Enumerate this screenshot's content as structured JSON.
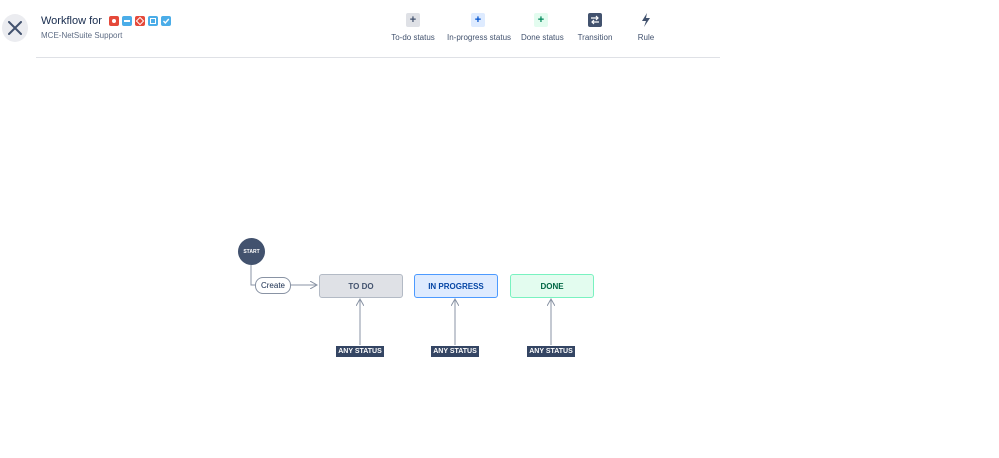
{
  "header": {
    "title": "Workflow for",
    "subtitle": "MCE-NetSuite Support",
    "issue_type_icons": [
      {
        "name": "bug-icon",
        "color": "#e5493a"
      },
      {
        "name": "story-icon",
        "color": "#4bade8"
      },
      {
        "name": "incident-icon",
        "color": "#e5493a"
      },
      {
        "name": "subtask-icon",
        "color": "#4bade8"
      },
      {
        "name": "task-icon",
        "color": "#4bade8"
      }
    ]
  },
  "toolbar": {
    "todo_status": {
      "label": "To-do status",
      "color": "#42526e",
      "bg": "#dfe1e6"
    },
    "inprogress_status": {
      "label": "In-progress status",
      "color": "#0052cc",
      "bg": "#deebff"
    },
    "done_status": {
      "label": "Done status",
      "color": "#00875a",
      "bg": "#e3fcef"
    },
    "transition": {
      "label": "Transition"
    },
    "rule": {
      "label": "Rule"
    }
  },
  "diagram": {
    "start_label": "START",
    "create_label": "Create",
    "statuses": [
      {
        "label": "TO DO",
        "category": "todo"
      },
      {
        "label": "IN PROGRESS",
        "category": "inprogress"
      },
      {
        "label": "DONE",
        "category": "done"
      }
    ],
    "any_status_label": "ANY STATUS"
  }
}
